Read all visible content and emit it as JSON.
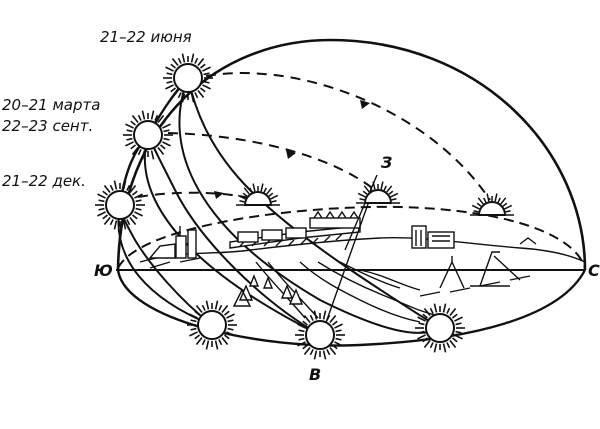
{
  "labels": {
    "summer_solstice": "21–22 июня",
    "equinox_march": "20–21 марта",
    "equinox_sept": "22–23 сент.",
    "winter_solstice": "21–22 дек.",
    "south": "Ю",
    "north": "С",
    "west": "З",
    "east": "В"
  },
  "icons": [
    "sun-icon",
    "sunrise-half-sun-icon"
  ],
  "colors": {
    "ink": "#111111",
    "background": "#ffffff"
  }
}
